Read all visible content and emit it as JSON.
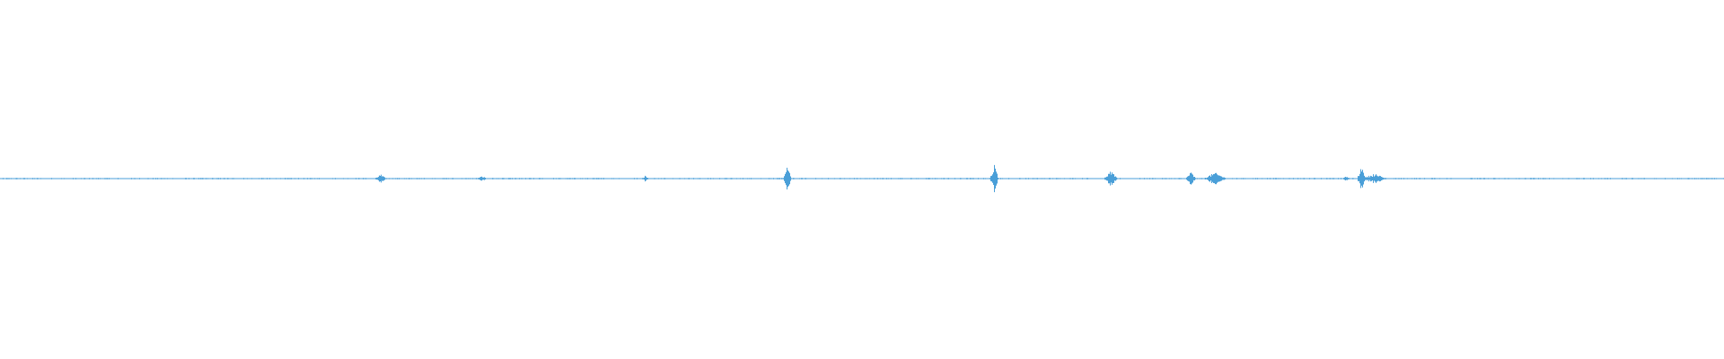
{
  "waveform": {
    "color": "#4a9fd8",
    "background": "#ffffff",
    "duration_fraction_range": [
      0,
      1
    ],
    "baseline_amplitude": 0.004,
    "bursts": [
      {
        "t": 0.2205,
        "amp": 0.025,
        "width": 0.0035
      },
      {
        "t": 0.2795,
        "amp": 0.015,
        "width": 0.003
      },
      {
        "t": 0.374,
        "amp": 0.02,
        "width": 0.002
      },
      {
        "t": 0.4565,
        "amp": 0.07,
        "width": 0.0025
      },
      {
        "t": 0.5765,
        "amp": 0.09,
        "width": 0.0025
      },
      {
        "t": 0.644,
        "amp": 0.045,
        "width": 0.004
      },
      {
        "t": 0.6905,
        "amp": 0.04,
        "width": 0.003
      },
      {
        "t": 0.7045,
        "amp": 0.035,
        "width": 0.007
      },
      {
        "t": 0.7805,
        "amp": 0.015,
        "width": 0.002
      },
      {
        "t": 0.7895,
        "amp": 0.075,
        "width": 0.0025
      },
      {
        "t": 0.797,
        "amp": 0.03,
        "width": 0.007
      }
    ]
  }
}
